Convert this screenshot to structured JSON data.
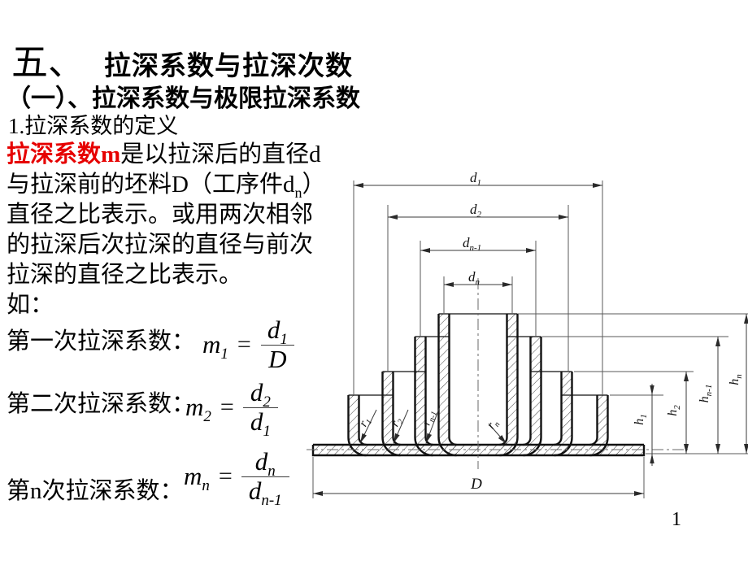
{
  "slide": {
    "title": {
      "prefix": "五、",
      "main": "拉深系数与拉深次数"
    },
    "subtitle": "（一）、拉深系数与极限拉深系数",
    "heading": "1.拉深系数的定义",
    "paragraph": {
      "highlight": "拉深系数m",
      "line1_rest": "是以拉深后的直径d",
      "line2_pre": "与拉深前的坯料D（工序件d",
      "line2_sub": "n",
      "line2_post": "）",
      "line3": "直径之比表示。或用两次相邻",
      "line4": "的拉深后次拉深的直径与前次",
      "line5": "拉深的直径之比表示。",
      "line6": "如："
    },
    "equals_sign": "=",
    "formulas": [
      {
        "label": "第一次拉深系数：",
        "lhs": "m",
        "lhs_sub": "1",
        "num": "d",
        "num_sub": "1",
        "den": "D",
        "den_sub": ""
      },
      {
        "label": "第二次拉深系数：",
        "lhs": "m",
        "lhs_sub": "2",
        "num": "d",
        "num_sub": "2",
        "den": "d",
        "den_sub": "1"
      },
      {
        "label": "第n次拉深系数：",
        "lhs": "m",
        "lhs_sub": "n",
        "num": "d",
        "num_sub": "n",
        "den": "d",
        "den_sub": "n-1"
      }
    ],
    "page_number": "1",
    "colors": {
      "highlight_red": "#e60000",
      "text": "#000000"
    }
  },
  "diagram": {
    "dims": {
      "d1": {
        "main": "d",
        "sub": "1"
      },
      "d2": {
        "main": "d",
        "sub": "2"
      },
      "dn1": {
        "main": "d",
        "sub": "n-1"
      },
      "dn": {
        "main": "d",
        "sub": "n"
      },
      "D": {
        "main": "D",
        "sub": ""
      },
      "h1": {
        "main": "h",
        "sub": "1"
      },
      "h2": {
        "main": "h",
        "sub": "2"
      },
      "hn1": {
        "main": "h",
        "sub": "n-1"
      },
      "hn": {
        "main": "h",
        "sub": "n"
      },
      "r1": {
        "main": "r",
        "sub": "1"
      },
      "r2": {
        "main": "r",
        "sub": "2"
      },
      "rn1": {
        "main": "r",
        "sub": "n-1"
      },
      "rn": {
        "main": "r",
        "sub": "n"
      }
    }
  }
}
